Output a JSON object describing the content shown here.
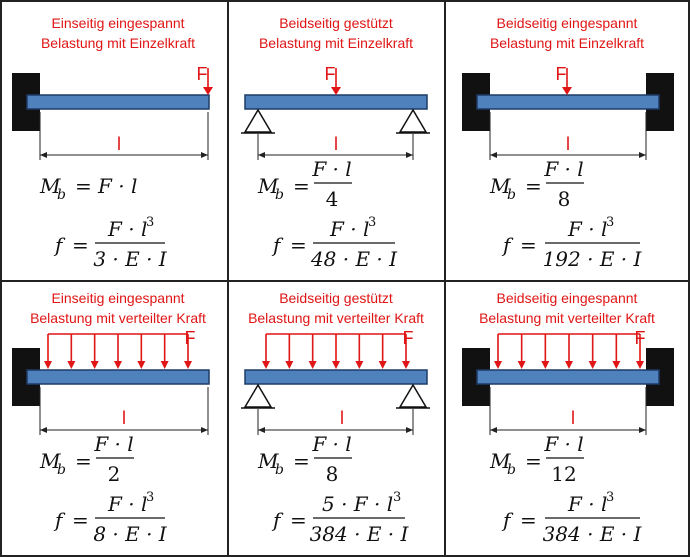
{
  "cells": [
    {
      "title_line1": "Einseitig eingespannt",
      "title_line2": "Belastung mit Einzelkraft",
      "force_label": "F",
      "length_label": "l",
      "moment": {
        "lhs": "M",
        "sub": "b",
        "eq": "=",
        "num": "F · l",
        "den": ""
      },
      "deflection": {
        "lhs": "f",
        "eq": "=",
        "num": "F · l",
        "num_exp": "3",
        "den": "3 · E · I"
      }
    },
    {
      "title_line1": "Beidseitig gestützt",
      "title_line2": "Belastung mit Einzelkraft",
      "force_label": "F",
      "length_label": "l",
      "moment": {
        "lhs": "M",
        "sub": "b",
        "eq": "=",
        "num": "F · l",
        "den": "4"
      },
      "deflection": {
        "lhs": "f",
        "eq": "=",
        "num": "F · l",
        "num_exp": "3",
        "den": "48 · E · I"
      }
    },
    {
      "title_line1": "Beidseitig eingespannt",
      "title_line2": "Belastung mit Einzelkraft",
      "force_label": "F",
      "length_label": "l",
      "moment": {
        "lhs": "M",
        "sub": "b",
        "eq": "=",
        "num": "F · l",
        "den": "8"
      },
      "deflection": {
        "lhs": "f",
        "eq": "=",
        "num": "F · l",
        "num_exp": "3",
        "den": "192 · E · I"
      }
    },
    {
      "title_line1": "Einseitig eingespannt",
      "title_line2": "Belastung mit verteilter Kraft",
      "force_label": "F",
      "length_label": "l",
      "moment": {
        "lhs": "M",
        "sub": "b",
        "eq": "=",
        "num": "F · l",
        "den": "2"
      },
      "deflection": {
        "lhs": "f",
        "eq": "=",
        "num": "F · l",
        "num_exp": "3",
        "den": "8 · E · I"
      }
    },
    {
      "title_line1": "Beidseitig gestützt",
      "title_line2": "Belastung mit verteilter Kraft",
      "force_label": "F",
      "length_label": "l",
      "moment": {
        "lhs": "M",
        "sub": "b",
        "eq": "=",
        "num": "F · l",
        "den": "8"
      },
      "deflection": {
        "lhs": "f",
        "eq": "=",
        "num": "5 · F · l",
        "num_exp": "3",
        "den": "384 · E · I"
      }
    },
    {
      "title_line1": "Beidseitig eingespannt",
      "title_line2": "Belastung mit verteilter Kraft",
      "force_label": "F",
      "length_label": "l",
      "moment": {
        "lhs": "M",
        "sub": "b",
        "eq": "=",
        "num": "F · l",
        "den": "12"
      },
      "deflection": {
        "lhs": "f",
        "eq": "=",
        "num": "F · l",
        "num_exp": "3",
        "den": "384 · E · I"
      }
    }
  ],
  "colors": {
    "accent": "#e01515",
    "beam": "#4f81bd",
    "support": "#111111"
  }
}
